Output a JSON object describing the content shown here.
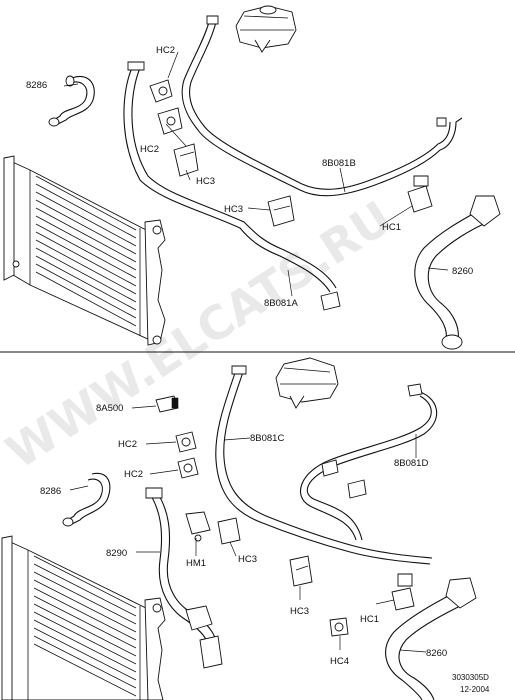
{
  "diagram": {
    "watermark": "WWW.ELCATS.RU",
    "footer": {
      "code": "3030305D",
      "date": "12-2004"
    },
    "upper": {
      "labels": {
        "hc2_top": "HC2",
        "hc2_mid": "HC2",
        "hc3_a": "HC3",
        "hc3_b": "HC3",
        "hc1": "HC1",
        "p8286": "8286",
        "p8b081b": "8B081B",
        "p8260": "8260",
        "p8b081a": "8B081A"
      }
    },
    "lower": {
      "labels": {
        "p8a500": "8A500",
        "hc2_a": "HC2",
        "hc2_b": "HC2",
        "p8b081c": "8B081C",
        "p8b081d": "8B081D",
        "p8286": "8286",
        "p8290": "8290",
        "hm1": "HM1",
        "hc3_a": "HC3",
        "hc3_b": "HC3",
        "hc1": "HC1",
        "hc4": "HC4",
        "p8260": "8260"
      }
    }
  }
}
